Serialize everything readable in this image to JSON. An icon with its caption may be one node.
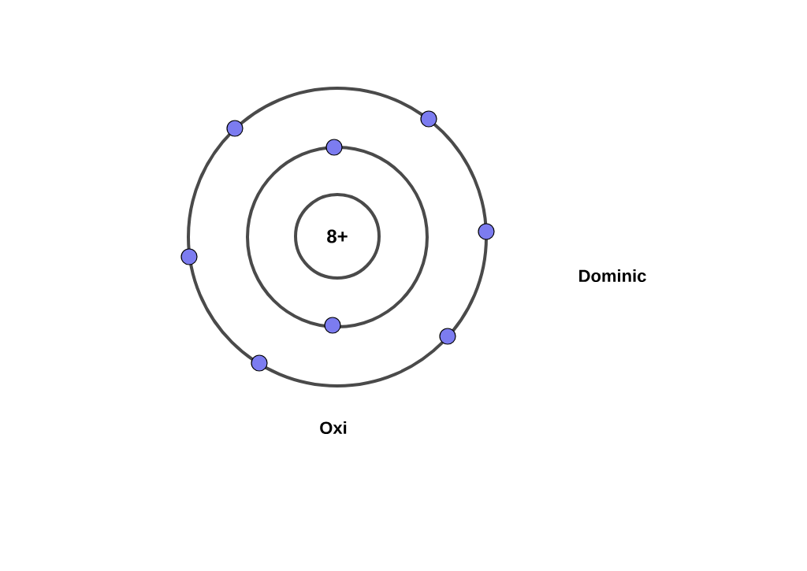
{
  "diagram": {
    "nodes": [
      {
        "text": [
          "8+"
        ]
      }
    ],
    "labels": [
      "Oxi",
      "Dominic"
    ]
  }
}
